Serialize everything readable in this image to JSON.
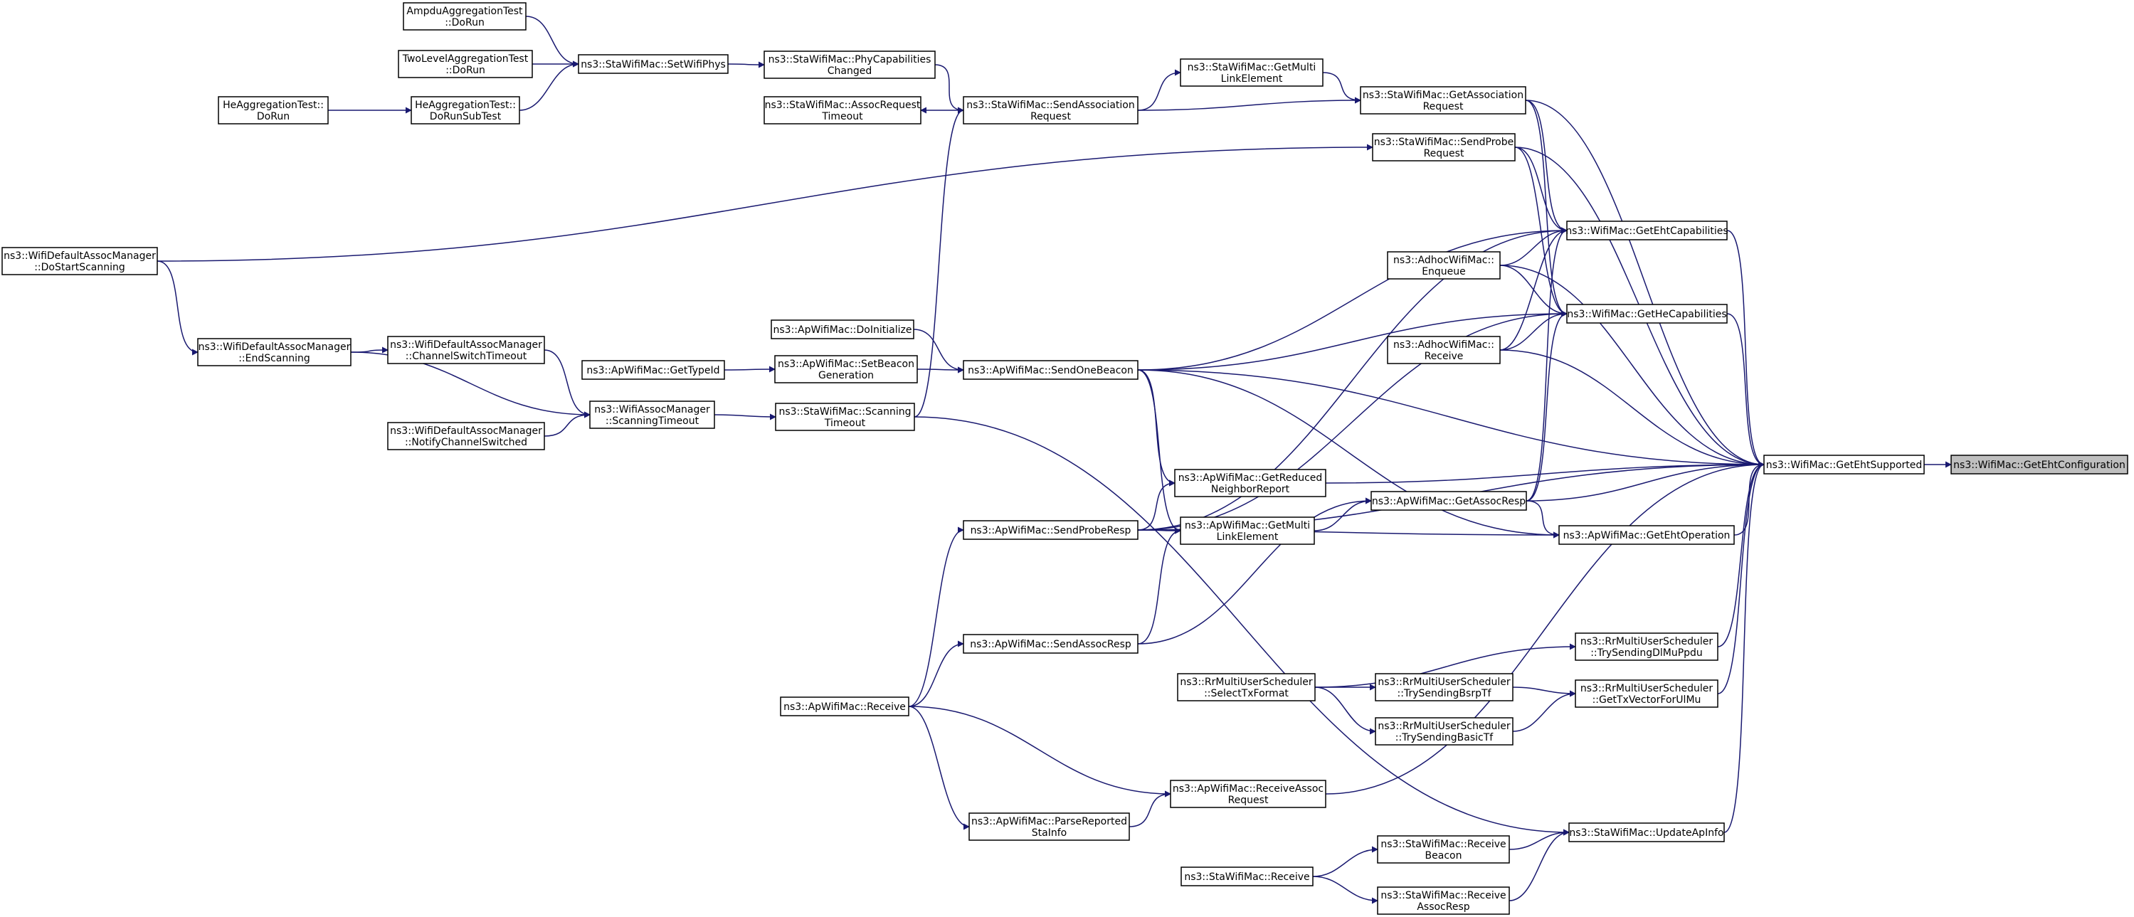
{
  "root": "n_root",
  "nodes": [
    {
      "id": "n_root",
      "lines": [
        "ns3::WifiMac::GetEhtConfiguration"
      ]
    },
    {
      "id": "n_ehtsup",
      "lines": [
        "ns3::WifiMac::GetEhtSupported"
      ]
    },
    {
      "id": "n_ehtcap",
      "lines": [
        "ns3::WifiMac::GetEhtCapabilities"
      ]
    },
    {
      "id": "n_hecap",
      "lines": [
        "ns3::WifiMac::GetHeCapabilities"
      ]
    },
    {
      "id": "n_ehtop",
      "lines": [
        "ns3::ApWifiMac::GetEhtOperation"
      ]
    },
    {
      "id": "n_assocresp",
      "lines": [
        "ns3::ApWifiMac::GetAssocResp"
      ]
    },
    {
      "id": "n_tryDl",
      "lines": [
        "ns3::RrMultiUserScheduler",
        "::TrySendingDlMuPpdu"
      ]
    },
    {
      "id": "n_getTx",
      "lines": [
        "ns3::RrMultiUserScheduler",
        "::GetTxVectorForUlMu"
      ]
    },
    {
      "id": "n_updateAp",
      "lines": [
        "ns3::StaWifiMac::UpdateApInfo"
      ]
    },
    {
      "id": "n_staAssocReq",
      "lines": [
        "ns3::StaWifiMac::GetAssociation",
        "Request"
      ]
    },
    {
      "id": "n_staProbe",
      "lines": [
        "ns3::StaWifiMac::SendProbe",
        "Request"
      ]
    },
    {
      "id": "n_adhocEnq",
      "lines": [
        "ns3::AdhocWifiMac::",
        "Enqueue"
      ]
    },
    {
      "id": "n_adhocRx",
      "lines": [
        "ns3::AdhocWifiMac::",
        "Receive"
      ]
    },
    {
      "id": "n_staGetML",
      "lines": [
        "ns3::StaWifiMac::GetMulti",
        "LinkElement"
      ]
    },
    {
      "id": "n_trySendBsrp",
      "lines": [
        "ns3::RrMultiUserScheduler",
        "::TrySendingBsrpTf"
      ]
    },
    {
      "id": "n_trySendBasic",
      "lines": [
        "ns3::RrMultiUserScheduler",
        "::TrySendingBasicTf"
      ]
    },
    {
      "id": "n_staRxBeacon",
      "lines": [
        "ns3::StaWifiMac::Receive",
        "Beacon"
      ]
    },
    {
      "id": "n_staRxAssocResp",
      "lines": [
        "ns3::StaWifiMac::Receive",
        "AssocResp"
      ]
    },
    {
      "id": "n_apReduced",
      "lines": [
        "ns3::ApWifiMac::GetReduced",
        "NeighborReport"
      ]
    },
    {
      "id": "n_apGetML",
      "lines": [
        "ns3::ApWifiMac::GetMulti",
        "LinkElement"
      ]
    },
    {
      "id": "n_selectTx",
      "lines": [
        "ns3::RrMultiUserScheduler",
        "::SelectTxFormat"
      ]
    },
    {
      "id": "n_apRxAssocReq",
      "lines": [
        "ns3::ApWifiMac::ReceiveAssoc",
        "Request"
      ]
    },
    {
      "id": "n_staRx",
      "lines": [
        "ns3::StaWifiMac::Receive"
      ]
    },
    {
      "id": "n_staSendAssoc",
      "lines": [
        "ns3::StaWifiMac::SendAssociation",
        "Request"
      ]
    },
    {
      "id": "n_apSendBeacon",
      "lines": [
        "ns3::ApWifiMac::SendOneBeacon"
      ]
    },
    {
      "id": "n_apProbeResp",
      "lines": [
        "ns3::ApWifiMac::SendProbeResp"
      ]
    },
    {
      "id": "n_apSendAssocResp",
      "lines": [
        "ns3::ApWifiMac::SendAssocResp"
      ]
    },
    {
      "id": "n_apRx",
      "lines": [
        "ns3::ApWifiMac::Receive"
      ]
    },
    {
      "id": "n_apParse",
      "lines": [
        "ns3::ApWifiMac::ParseReported",
        "StaInfo"
      ]
    },
    {
      "id": "n_phyCap",
      "lines": [
        "ns3::StaWifiMac::PhyCapabilities",
        "Changed"
      ]
    },
    {
      "id": "n_assocTimeout",
      "lines": [
        "ns3::StaWifiMac::AssocRequest",
        "Timeout"
      ]
    },
    {
      "id": "n_apInit",
      "lines": [
        "ns3::ApWifiMac::DoInitialize"
      ]
    },
    {
      "id": "n_setBeacon",
      "lines": [
        "ns3::ApWifiMac::SetBeacon",
        "Generation"
      ]
    },
    {
      "id": "n_scanTimeoutSta",
      "lines": [
        "ns3::StaWifiMac::Scanning",
        "Timeout"
      ]
    },
    {
      "id": "n_getTypeId",
      "lines": [
        "ns3::ApWifiMac::GetTypeId"
      ]
    },
    {
      "id": "n_setWifiPhys",
      "lines": [
        "ns3::StaWifiMac::SetWifiPhys"
      ]
    },
    {
      "id": "n_wamScan",
      "lines": [
        "ns3::WifiAssocManager",
        "::ScanningTimeout"
      ]
    },
    {
      "id": "n_ampdu",
      "lines": [
        "AmpduAggregationTest",
        "::DoRun"
      ]
    },
    {
      "id": "n_twolevel",
      "lines": [
        "TwoLevelAggregationTest",
        "::DoRun"
      ]
    },
    {
      "id": "n_heSub",
      "lines": [
        "HeAggregationTest::",
        "DoRunSubTest"
      ]
    },
    {
      "id": "n_chanSwitchTO",
      "lines": [
        "ns3::WifiDefaultAssocManager",
        "::ChannelSwitchTimeout"
      ]
    },
    {
      "id": "n_notifyChan",
      "lines": [
        "ns3::WifiDefaultAssocManager",
        "::NotifyChannelSwitched"
      ]
    },
    {
      "id": "n_endScan",
      "lines": [
        "ns3::WifiDefaultAssocManager",
        "::EndScanning"
      ]
    },
    {
      "id": "n_heRun",
      "lines": [
        "HeAggregationTest::",
        "DoRun"
      ]
    },
    {
      "id": "n_doStartScan",
      "lines": [
        "ns3::WifiDefaultAssocManager",
        "::DoStartScanning"
      ]
    }
  ],
  "edges": [
    [
      "n_ehtsup",
      "n_root"
    ],
    [
      "n_ehtcap",
      "n_ehtsup"
    ],
    [
      "n_hecap",
      "n_ehtsup"
    ],
    [
      "n_ehtop",
      "n_ehtsup"
    ],
    [
      "n_assocresp",
      "n_ehtsup"
    ],
    [
      "n_tryDl",
      "n_ehtsup"
    ],
    [
      "n_getTx",
      "n_ehtsup"
    ],
    [
      "n_updateAp",
      "n_ehtsup"
    ],
    [
      "n_staAssocReq",
      "n_ehtsup"
    ],
    [
      "n_staProbe",
      "n_ehtsup"
    ],
    [
      "n_adhocEnq",
      "n_ehtsup"
    ],
    [
      "n_adhocRx",
      "n_ehtsup"
    ],
    [
      "n_apSendBeacon",
      "n_ehtsup"
    ],
    [
      "n_apReduced",
      "n_ehtsup"
    ],
    [
      "n_apProbeResp",
      "n_ehtsup"
    ],
    [
      "n_apRxAssocReq",
      "n_ehtsup"
    ],
    [
      "n_staAssocReq",
      "n_ehtcap"
    ],
    [
      "n_staProbe",
      "n_ehtcap"
    ],
    [
      "n_adhocEnq",
      "n_ehtcap"
    ],
    [
      "n_adhocRx",
      "n_ehtcap"
    ],
    [
      "n_assocresp",
      "n_ehtcap"
    ],
    [
      "n_apSendBeacon",
      "n_ehtcap"
    ],
    [
      "n_apProbeResp",
      "n_ehtcap"
    ],
    [
      "n_staAssocReq",
      "n_hecap"
    ],
    [
      "n_staProbe",
      "n_hecap"
    ],
    [
      "n_adhocEnq",
      "n_hecap"
    ],
    [
      "n_adhocRx",
      "n_hecap"
    ],
    [
      "n_assocresp",
      "n_hecap"
    ],
    [
      "n_apSendBeacon",
      "n_hecap"
    ],
    [
      "n_apProbeResp",
      "n_hecap"
    ],
    [
      "n_assocresp",
      "n_ehtop"
    ],
    [
      "n_apSendBeacon",
      "n_ehtop"
    ],
    [
      "n_apProbeResp",
      "n_ehtop"
    ],
    [
      "n_apGetML",
      "n_assocresp"
    ],
    [
      "n_apSendAssocResp",
      "n_assocresp"
    ],
    [
      "n_selectTx",
      "n_tryDl"
    ],
    [
      "n_trySendBsrp",
      "n_getTx"
    ],
    [
      "n_trySendBasic",
      "n_getTx"
    ],
    [
      "n_staRxBeacon",
      "n_updateAp"
    ],
    [
      "n_staRxAssocResp",
      "n_updateAp"
    ],
    [
      "n_scanTimeoutSta",
      "n_updateAp"
    ],
    [
      "n_staGetML",
      "n_staAssocReq"
    ],
    [
      "n_staSendAssoc",
      "n_staAssocReq"
    ],
    [
      "n_doStartScan",
      "n_staProbe"
    ],
    [
      "n_staSendAssoc",
      "n_staGetML"
    ],
    [
      "n_selectTx",
      "n_trySendBsrp"
    ],
    [
      "n_selectTx",
      "n_trySendBasic"
    ],
    [
      "n_staRx",
      "n_staRxBeacon"
    ],
    [
      "n_staRx",
      "n_staRxAssocResp"
    ],
    [
      "n_apSendBeacon",
      "n_apReduced"
    ],
    [
      "n_apProbeResp",
      "n_apReduced"
    ],
    [
      "n_apSendBeacon",
      "n_apGetML"
    ],
    [
      "n_apProbeResp",
      "n_apGetML"
    ],
    [
      "n_apSendAssocResp",
      "n_apGetML"
    ],
    [
      "n_apRx",
      "n_apRxAssocReq"
    ],
    [
      "n_apParse",
      "n_apRxAssocReq"
    ],
    [
      "n_phyCap",
      "n_staSendAssoc"
    ],
    [
      "n_staSendAssoc",
      "n_assocTimeout"
    ],
    [
      "n_scanTimeoutSta",
      "n_staSendAssoc"
    ],
    [
      "n_apInit",
      "n_apSendBeacon"
    ],
    [
      "n_setBeacon",
      "n_apSendBeacon"
    ],
    [
      "n_apRx",
      "n_apProbeResp"
    ],
    [
      "n_apRx",
      "n_apSendAssocResp"
    ],
    [
      "n_apRx",
      "n_apParse"
    ],
    [
      "n_setWifiPhys",
      "n_phyCap"
    ],
    [
      "n_getTypeId",
      "n_setBeacon"
    ],
    [
      "n_wamScan",
      "n_scanTimeoutSta"
    ],
    [
      "n_ampdu",
      "n_setWifiPhys"
    ],
    [
      "n_twolevel",
      "n_setWifiPhys"
    ],
    [
      "n_heSub",
      "n_setWifiPhys"
    ],
    [
      "n_heRun",
      "n_heSub"
    ],
    [
      "n_chanSwitchTO",
      "n_wamScan"
    ],
    [
      "n_notifyChan",
      "n_wamScan"
    ],
    [
      "n_endScan",
      "n_wamScan"
    ],
    [
      "n_endScan",
      "n_chanSwitchTO"
    ],
    [
      "n_doStartScan",
      "n_endScan"
    ]
  ]
}
